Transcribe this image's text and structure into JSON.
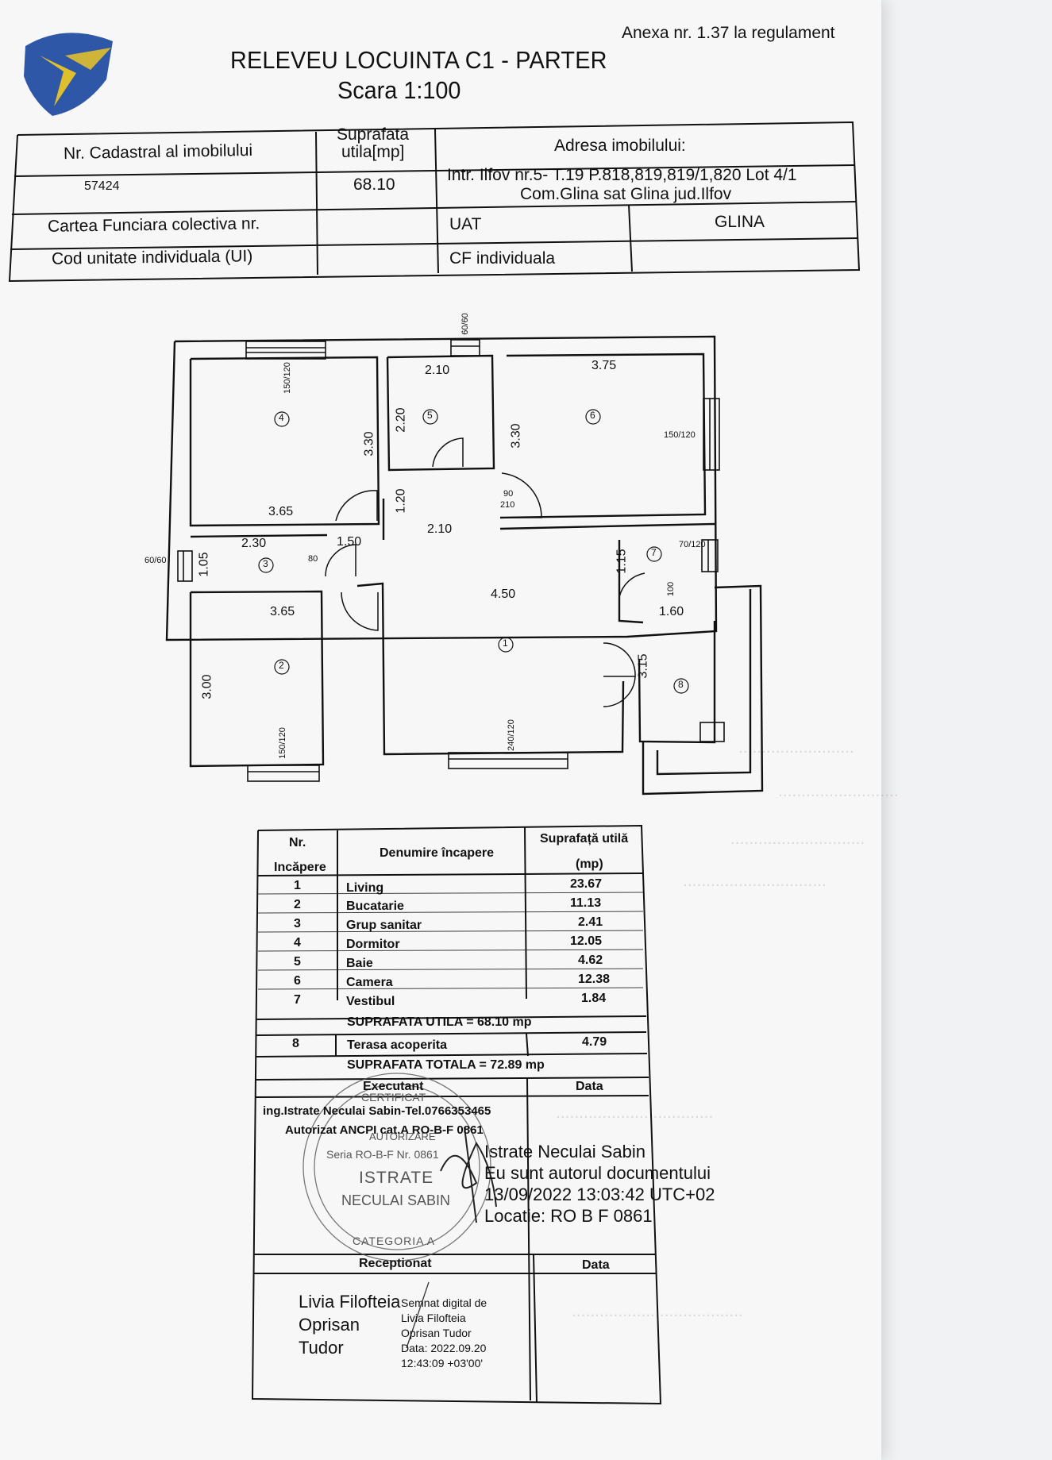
{
  "header": {
    "annex": "Anexa nr. 1.37 la regulament",
    "title": "RELEVEU LOCUINTA C1  -  PARTER",
    "scale": "Scara 1:100"
  },
  "id_table": {
    "cadastral_label": "Nr. Cadastral al imobilului",
    "cadastral_value": "57424",
    "area_label_1": "Suprafata",
    "area_label_2": "utila[mp]",
    "area_value": "68.10",
    "address_label": "Adresa imobilului:",
    "address_line_1": "Intr. Ilfov nr.5- T.19 P.818,819,819/1,820 Lot 4/1",
    "address_line_2": "Com.Glina sat Glina jud.Ilfov",
    "cf_collective_label": "Cartea Funciara colectiva nr.",
    "uat_label": "UAT",
    "uat_value": "GLINA",
    "ui_label": "Cod unitate individuala (UI)",
    "cf_individual_label": "CF individuala"
  },
  "plan": {
    "labels": {
      "r1": "1",
      "r2": "2",
      "r3": "3",
      "r4": "4",
      "r5": "5",
      "r6": "6",
      "r7": "7",
      "r8": "8",
      "d_r4_w": "3.65",
      "d_r4_h": "3.30",
      "d_r5_w": "2.10",
      "d_r5_h": "2.20",
      "d_r6_w": "3.75",
      "d_r6_h": "3.30",
      "d_r3_w": "2.30",
      "d_r3_h": "1.05",
      "d_hall_w": "1.50",
      "d_hall2_w": "2.10",
      "d_hall_h": "1.20",
      "d_r1_w": "4.50",
      "d_r2_w": "3.65",
      "d_r2_h": "3.00",
      "d_r7_w": "1.60",
      "d_r7_h": "1.15",
      "d_r8_h": "3.15",
      "win_top_l": "150/120",
      "win_top_m": "60/60",
      "win_r6": "150/120",
      "win_r7": "70/120",
      "win_left": "60/60",
      "win_b2": "150/120",
      "win_b1": "240/120",
      "door_90": "90",
      "door_210": "210",
      "door_80": "80",
      "door_100": "100"
    }
  },
  "rooms_table": {
    "h_nr_1": "Nr.",
    "h_nr_2": "Incăpere",
    "h_name": "Denumire încapere",
    "h_area_1": "Suprafață utilă",
    "h_area_2": "(mp)",
    "rows": [
      {
        "nr": "1",
        "name": "Living",
        "area": "23.67"
      },
      {
        "nr": "2",
        "name": "Bucatarie",
        "area": "11.13"
      },
      {
        "nr": "3",
        "name": "Grup sanitar",
        "area": "2.41"
      },
      {
        "nr": "4",
        "name": "Dormitor",
        "area": "12.05"
      },
      {
        "nr": "5",
        "name": "Baie",
        "area": "4.62"
      },
      {
        "nr": "6",
        "name": "Camera",
        "area": "12.38"
      },
      {
        "nr": "7",
        "name": "Vestibul",
        "area": "1.84"
      }
    ],
    "useful_total": "SUPRAFATA UTILA = 68.10 mp",
    "terrace": {
      "nr": "8",
      "name": "Terasa acoperita",
      "area": "4.79"
    },
    "grand_total": "SUPRAFATA TOTALA = 72.89 mp",
    "executant_label": "Executant",
    "data_label": "Data",
    "executant_line_1": "ing.Istrate Neculai Sabin-Tel.0766353465",
    "executant_line_2": "Autorizat ANCPI cat.A  RO-B-F 0861",
    "stamp": {
      "top": "CERTIFICAT",
      "auth": "AUTORIZARE",
      "series": "Seria RO-B-F Nr. 0861",
      "name_1": "ISTRATE",
      "name_2": "NECULAI SABIN",
      "cat": "CATEGORIA A"
    },
    "signature": {
      "line_1": "Istrate Neculai Sabin",
      "line_2": "Eu sunt autorul documentului",
      "line_3": "13/09/2022 13:03:42 UTC+02",
      "line_4": "Locatie: RO B F 0861"
    },
    "receptionat_label": "Receptionat",
    "data_label_2": "Data",
    "receiver_line_1": "Livia Filofteia",
    "receiver_line_2": "Oprisan",
    "receiver_line_3": "Tudor",
    "digital_line_1": "Semnat digital de",
    "digital_line_2": "Livia Filofteia",
    "digital_line_3": "Oprisan Tudor",
    "digital_line_4": "Data: 2022.09.20",
    "digital_line_5": "12:43:09 +03'00'"
  }
}
